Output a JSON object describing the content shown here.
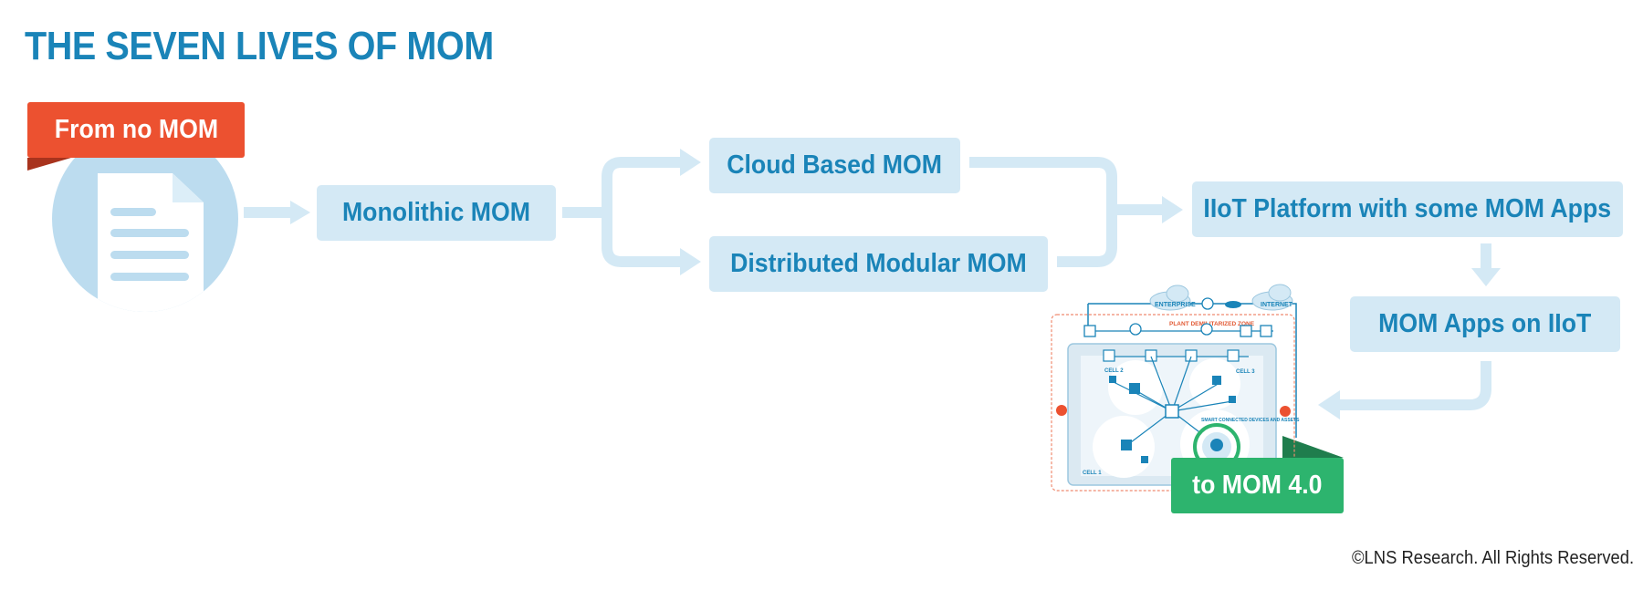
{
  "title": "THE SEVEN LIVES OF MOM",
  "stages": {
    "from_no_mom": "From no MOM",
    "monolithic": "Monolithic MOM",
    "cloud_based": "Cloud Based MOM",
    "distributed_modular": "Distributed Modular MOM",
    "iiot_platform": "IIoT Platform with some MOM Apps",
    "mom_apps_on_iiot": "MOM Apps on IIoT",
    "mom_40": "to MOM 4.0"
  },
  "network_diagram": {
    "enterprise": "ENTERPRISE",
    "internet": "INTERNET",
    "zone": "PLANT DEMILITARIZED ZONE",
    "smart_devices": "SMART CONNECTED DEVICES AND ASSETS",
    "cell_1": "CELL 1",
    "cell_2": "CELL 2",
    "cell_3": "CELL 3"
  },
  "copyright": "©LNS Research. All Rights Reserved.",
  "colors": {
    "title_blue": "#1a84b8",
    "box_fill": "#d4e9f5",
    "arrow": "#d4e9f5",
    "from_tag": "#ec5130",
    "to_tag": "#2db46e"
  }
}
